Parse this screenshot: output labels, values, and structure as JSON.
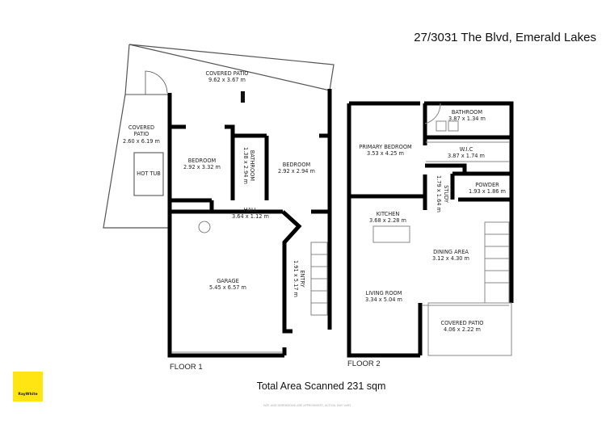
{
  "title": "27/3031 The Blvd, Emerald Lakes",
  "floor1": {
    "label": "FLOOR 1",
    "rooms": [
      {
        "name": "COVERED PATIO",
        "size": "9.62 x 3.67 m"
      },
      {
        "name": "COVERED",
        "name2": "PATIO",
        "size": "2.60 x 6.19 m"
      },
      {
        "name": "HOT TUB"
      },
      {
        "name": "BEDROOM",
        "size": "2.92 x 3.32 m"
      },
      {
        "name": "BATHROOM",
        "size": "1.38 x 2.94 m"
      },
      {
        "name": "BEDROOM",
        "size": "2.92 x 2.94 m"
      },
      {
        "name": "HALL",
        "size": "3.64 x 1.12 m"
      },
      {
        "name": "GARAGE",
        "size": "5.45 x 6.57 m"
      },
      {
        "name": "ENTRY",
        "size": "1.91 x 5.17 m"
      }
    ]
  },
  "floor2": {
    "label": "FLOOR 2",
    "rooms": [
      {
        "name": "BATHROOM",
        "size": "3.87 x 1.34 m"
      },
      {
        "name": "PRIMARY BEDROOM",
        "size": "3.53 x 4.25 m"
      },
      {
        "name": "W.I.C",
        "size": "3.87 x 1.74 m"
      },
      {
        "name": "STUDY",
        "size": "1.79 x 1.64 m"
      },
      {
        "name": "POWDER",
        "size": "1.93 x 1.86 m"
      },
      {
        "name": "KITCHEN",
        "size": "3.68 x 2.28 m"
      },
      {
        "name": "DINING AREA",
        "size": "3.12 x 4.30 m"
      },
      {
        "name": "LIVING ROOM",
        "size": "3.34 x 5.04 m"
      },
      {
        "name": "COVERED PATIO",
        "size": "4.06 x 2.22 m"
      }
    ]
  },
  "total_area": "Total Area Scanned 231 sqm",
  "disclaimer": "SIZE AND DIMENSIONS ARE APPROXIMATE, ACTUAL MAY VARY",
  "logo": {
    "text": "RayWhite",
    "color": "#ffe512"
  }
}
